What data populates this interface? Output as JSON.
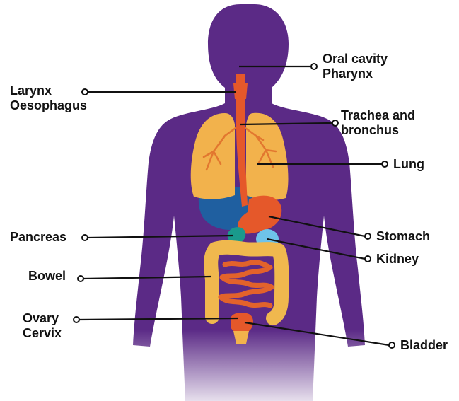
{
  "colors": {
    "body": "#5b2a86",
    "lung": "#f2b24c",
    "lung_vessel": "#e2772f",
    "oesophagus": "#e5582a",
    "liver": "#1f5fa0",
    "kidney": "#6ec3ea",
    "pancreas": "#1a9a8c",
    "bowel": "#f0b84e",
    "small_bowel": "#e2622b",
    "bladder": "#e5582a",
    "leader": "#111111"
  },
  "labels": {
    "oral_cavity": [
      "Oral cavity",
      "Pharynx"
    ],
    "larynx": [
      "Larynx",
      "Oesophagus"
    ],
    "trachea": [
      "Trachea and",
      "bronchus"
    ],
    "lung": [
      "Lung"
    ],
    "pancreas": [
      "Pancreas"
    ],
    "stomach": [
      "Stomach"
    ],
    "kidney": [
      "Kidney"
    ],
    "bowel": [
      "Bowel"
    ],
    "ovary": [
      "Ovary",
      "Cervix"
    ],
    "bladder": [
      "Bladder"
    ]
  }
}
